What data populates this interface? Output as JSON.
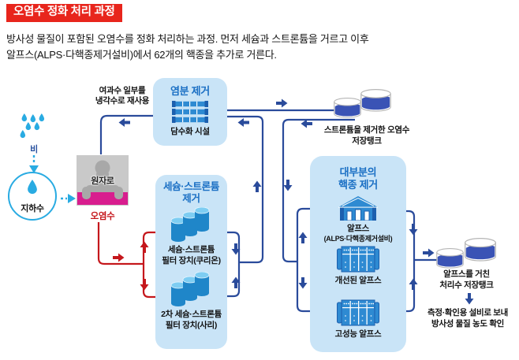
{
  "title": "오염수 정화 처리 과정",
  "description": {
    "line1": "방사성 물질이 포함된 오염수를 정화 처리하는 과정. 먼저 세슘과 스트론튬을 거르고 이후",
    "line2": "알프스(ALPS·다핵종제거설비)에서 62개의 핵종을 추가로 거른다."
  },
  "source": {
    "rain_label": "비",
    "groundwater_label": "지하수",
    "reactor_label": "원자로",
    "contaminated_water_label": "오염수"
  },
  "cooling_note": {
    "line1": "여과수 일부를",
    "line2": "냉각수로 재사용"
  },
  "salt_removal": {
    "title": "염분 제거",
    "facility_label": "담수화 시설"
  },
  "cesium_strontium_removal": {
    "title_line1": "세슘·스트론튬",
    "title_line2": "제거",
    "filter1_line1": "세슘·스트론튬",
    "filter1_line2": "필터 장치(쿠리온)",
    "filter2_line1": "2차 세슘·스트론튬",
    "filter2_line2": "필터 장치(사리)"
  },
  "strontium_removed_tanks": {
    "line1": "스트론튬을 제거한 오염수",
    "line2": "저장탱크"
  },
  "nuclide_removal": {
    "title_line1": "대부분의",
    "title_line2": "핵종 제거",
    "alps_label": "알프스",
    "alps_sublabel": "(ALPS·다핵종제거설비)",
    "improved_alps_label": "개선된 알프스",
    "high_performance_alps_label": "고성능 알프스"
  },
  "treated_tanks": {
    "line1": "알프스를 거친",
    "line2": "처리수 저장탱크"
  },
  "verification_note": {
    "line1": "측정·확인용 설비로 보내",
    "line2": "방사성 물질 농도 확인"
  },
  "icons": {
    "rain-icon": "cluster-of-water-drops",
    "groundwater-icon": "circle-with-water-drop",
    "reactor-icon": "reactor-silhouette-on-magenta-water",
    "desalination-facility-icon": "stacked-filter-racks",
    "filter-cylinders-icon": "three-blue-cylinders",
    "alps-factory-icon": "factory-building",
    "alps-panel-icon": "filter-panel-grid",
    "storage-tank-icon": "open-tank-with-blue-water",
    "flow-arrow-icon": "block-arrow"
  },
  "colors": {
    "title_background": "#e8251c",
    "flow_line_blue": "#2a4b9b",
    "flow_line_red": "#c5171c",
    "panel_background": "#c9e4f7",
    "panel_title_blue": "#1a6fc4",
    "water_cyan": "#29abe2",
    "contaminated_magenta": "#d81d8e",
    "tank_water_blue": "#3a53b5"
  }
}
